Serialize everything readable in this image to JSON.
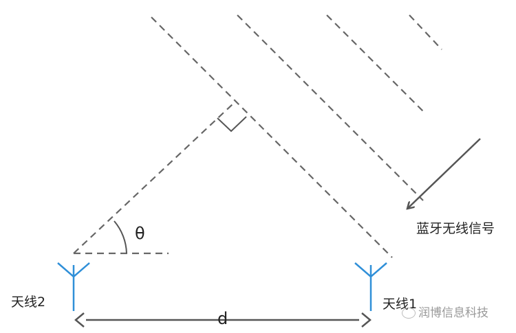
{
  "labels": {
    "signal": "蓝牙无线信号",
    "antenna1": "天线1",
    "antenna2": "天线2",
    "angle": "θ",
    "distance": "d",
    "watermark": "润博信息科技"
  },
  "colors": {
    "antenna": "#2f8fd8",
    "dash": "#666666",
    "arrow": "#555555",
    "text": "#222222"
  }
}
